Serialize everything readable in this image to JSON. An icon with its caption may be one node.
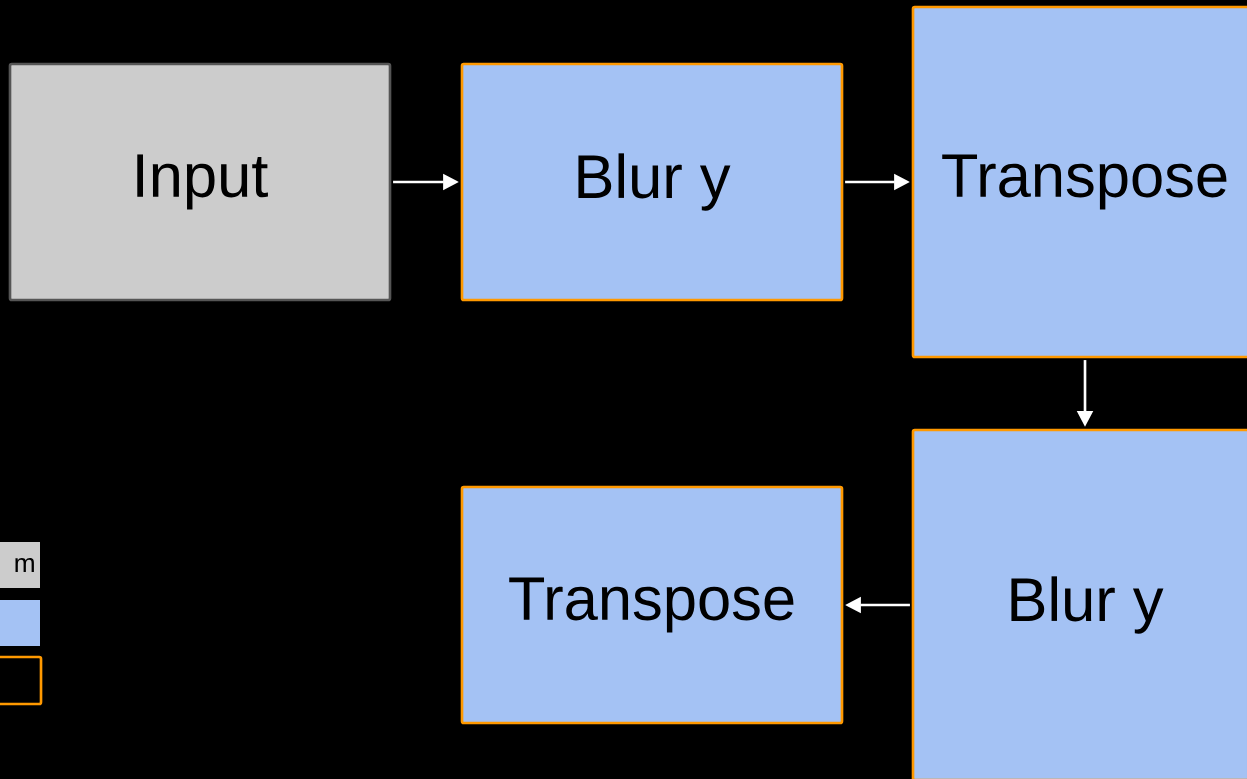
{
  "diagram": {
    "nodes": [
      {
        "text": [
          "Input"
        ]
      },
      {
        "text": [
          "Blur y"
        ]
      },
      {
        "text": [
          "Transpose"
        ]
      },
      {
        "text": [
          "Blur y"
        ]
      },
      {
        "text": [
          "Transpose"
        ]
      }
    ],
    "edges": [
      {
        "from": 0,
        "to": 1,
        "arrow": "to"
      },
      {
        "from": 1,
        "to": 2,
        "arrow": "to"
      },
      {
        "from": 2,
        "to": 3,
        "arrow": "to"
      },
      {
        "from": 3,
        "to": 4,
        "arrow": "to"
      }
    ],
    "labels": [
      "m"
    ]
  }
}
